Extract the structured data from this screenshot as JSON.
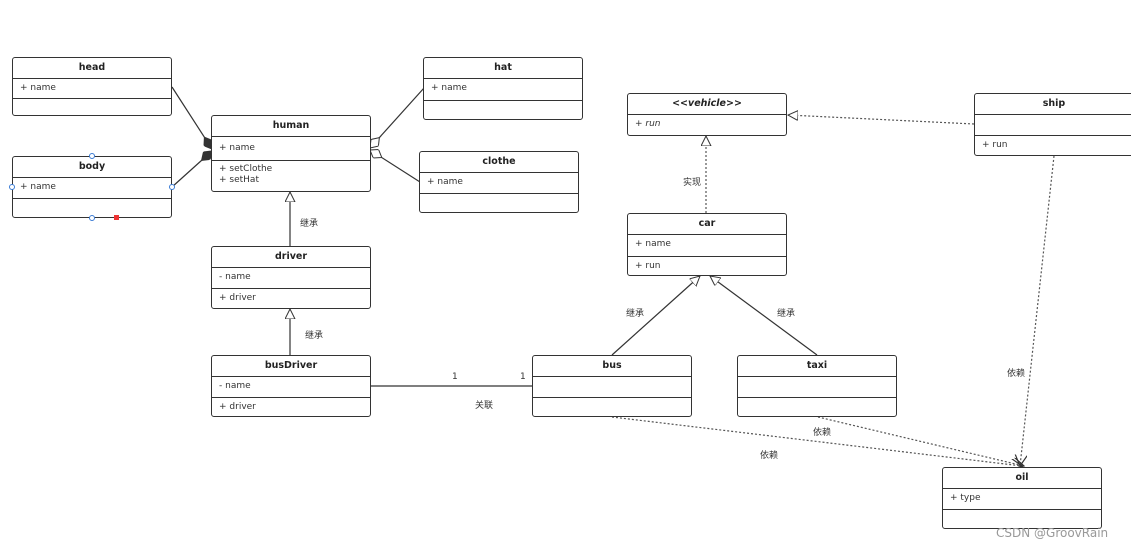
{
  "classes": {
    "head": {
      "title": "head",
      "attrs": [
        "+ name"
      ],
      "methods": []
    },
    "body": {
      "title": "body",
      "attrs": [
        "+ name"
      ],
      "methods": []
    },
    "human": {
      "title": "human",
      "attrs": [
        "+ name"
      ],
      "methods": [
        "+ setClothe",
        "+ setHat"
      ]
    },
    "hat": {
      "title": "hat",
      "attrs": [
        "+ name"
      ],
      "methods": []
    },
    "clothe": {
      "title": "clothe",
      "attrs": [
        "+ name"
      ],
      "methods": []
    },
    "driver": {
      "title": "driver",
      "attrs": [
        "- name"
      ],
      "methods": [
        "+ driver"
      ]
    },
    "busDriver": {
      "title": "busDriver",
      "attrs": [
        "- name"
      ],
      "methods": [
        "+ driver"
      ]
    },
    "vehicle": {
      "title": "<<vehicle>>",
      "attrs": [
        "+ run"
      ],
      "methods": []
    },
    "car": {
      "title": "car",
      "attrs": [
        "+ name"
      ],
      "methods": [
        "+ run"
      ]
    },
    "bus": {
      "title": "bus",
      "attrs": [],
      "methods": []
    },
    "taxi": {
      "title": "taxi",
      "attrs": [],
      "methods": []
    },
    "ship": {
      "title": "ship",
      "attrs": [],
      "methods": [
        "+ run"
      ]
    },
    "oil": {
      "title": "oil",
      "attrs": [
        "+ type"
      ],
      "methods": []
    }
  },
  "labels": {
    "inherit_driver": "继承",
    "inherit_busdriver": "继承",
    "realize": "实现",
    "inherit_bus": "继承",
    "inherit_taxi": "继承",
    "assoc": "关联",
    "mult_left": "1",
    "mult_right": "1",
    "dep_ship": "依赖",
    "dep_taxi": "依赖",
    "dep_bus": "依赖"
  },
  "watermark": "CSDN @GroovRain"
}
